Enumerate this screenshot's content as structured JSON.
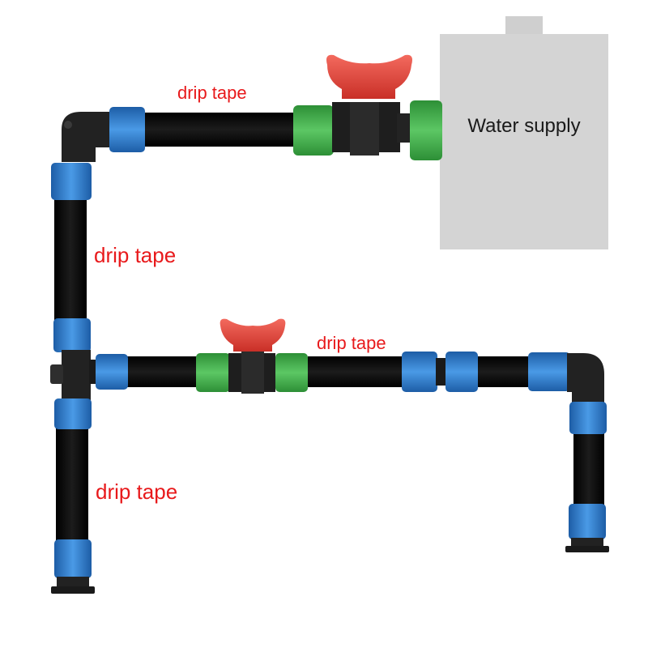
{
  "labels": {
    "tape_top": "drip tape",
    "tape_left": "drip tape",
    "tape_middle": "drip tape",
    "tape_bottom": "drip tape",
    "water_supply": "Water supply"
  },
  "colors": {
    "tape": "#0b0b0b",
    "connector_blue": "#2f7fd0",
    "valve_green": "#3fae48",
    "valve_handle_red": "#e8473c",
    "fitting_black": "#1e1e1e",
    "tank_gray": "#d4d4d4",
    "label_red": "#e8191b"
  }
}
